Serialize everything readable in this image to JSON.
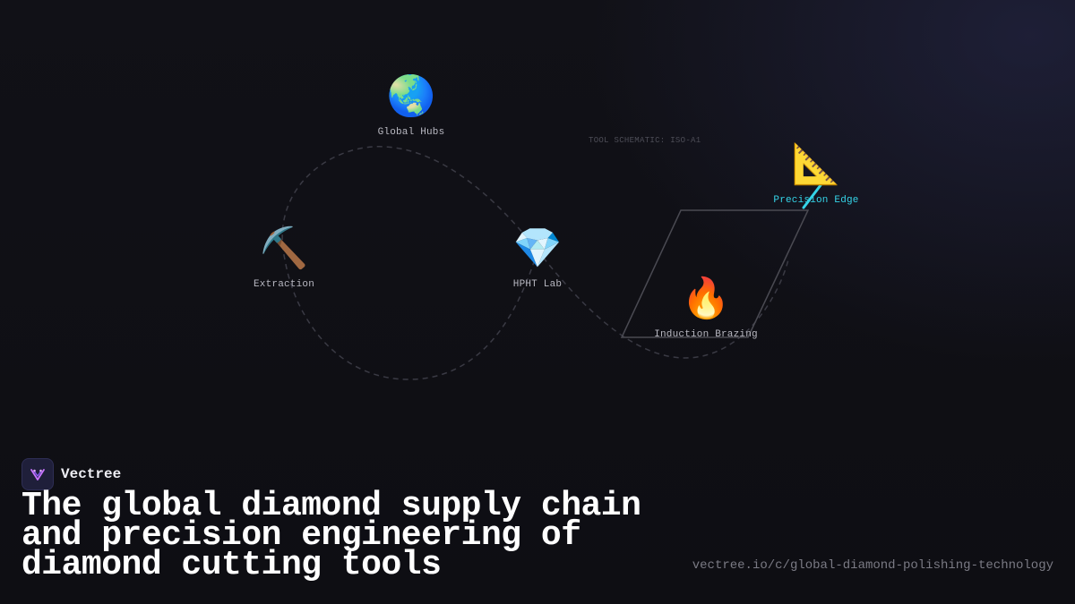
{
  "diagram": {
    "nodes": [
      {
        "id": "global-hubs",
        "icon": "globe-icon",
        "glyph": "🌏",
        "label": "Global Hubs"
      },
      {
        "id": "extraction",
        "icon": "pickaxe-icon",
        "glyph": "⛏️",
        "label": "Extraction"
      },
      {
        "id": "hpht-lab",
        "icon": "gem-icon",
        "glyph": "💎",
        "label": "HPHT Lab"
      },
      {
        "id": "induction-brazing",
        "icon": "fire-icon",
        "glyph": "🔥",
        "label": "Induction Brazing"
      },
      {
        "id": "precision-edge",
        "icon": "triangular-ruler-icon",
        "glyph": "📐",
        "label": "Precision Edge"
      }
    ],
    "schematic_caption": "TOOL SCHEMATIC: ISO-A1",
    "accent_color": "#35d4e8",
    "path_color": "#3a3a44"
  },
  "brand": {
    "name": "Vectree",
    "logo_color": "#c873ff"
  },
  "headline": "The global diamond supply chain and precision engineering of diamond cutting tools",
  "url": "vectree.io/c/global-diamond-polishing-technology"
}
